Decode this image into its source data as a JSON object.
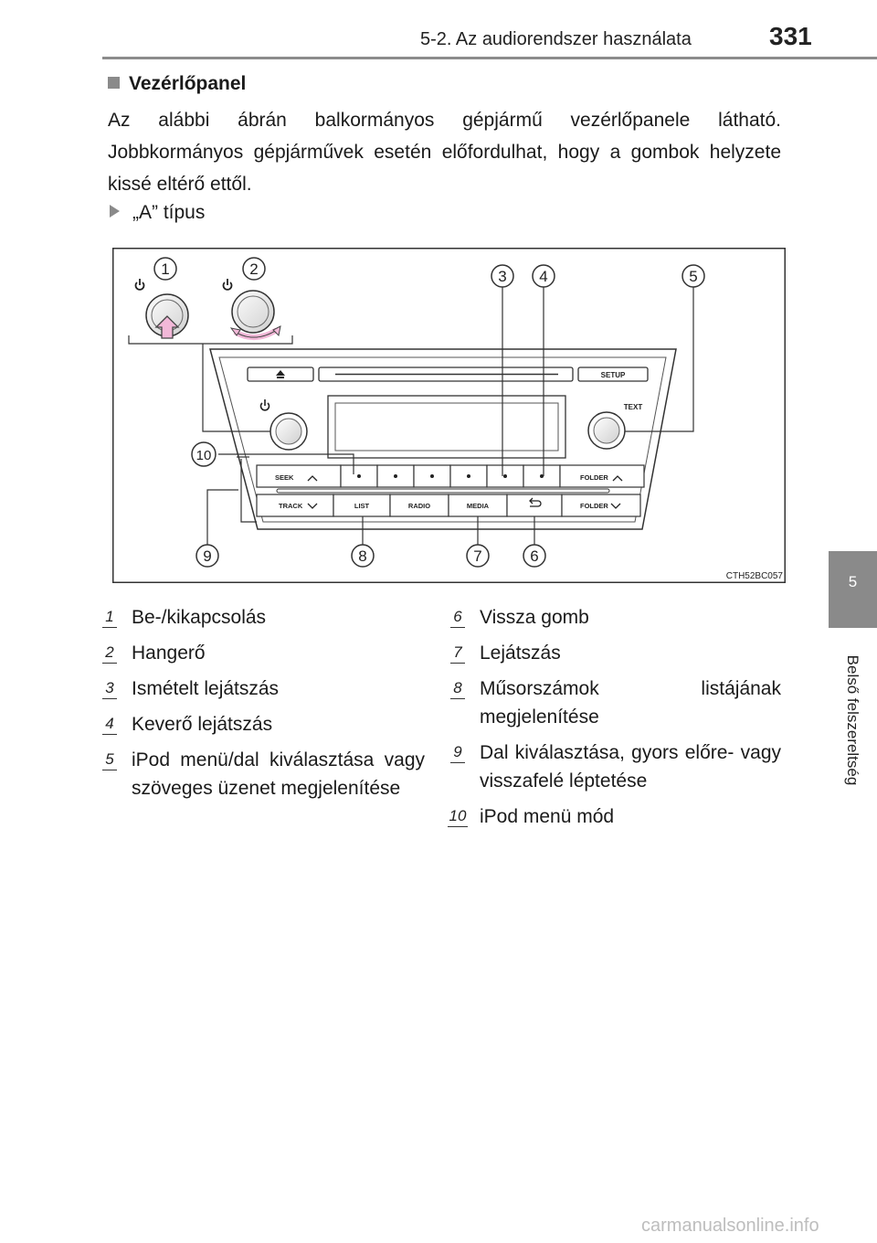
{
  "header": {
    "section": "5-2. Az audiorendszer használata",
    "page_number": "331"
  },
  "side_tab": {
    "chapter_number": "5",
    "chapter_title": "Belső felszereltség"
  },
  "heading": "Vezérlőpanel",
  "intro": "Az alábbi ábrán balkormányos gépjármű vezérlőpanele látható. Jobbkormányos gépjárművek esetén előfordulhat, hogy a gombok helyzete kissé eltérő ettől.",
  "type_label": "„A” típus",
  "figure": {
    "code": "CTH52BC057",
    "callouts": [
      "1",
      "2",
      "3",
      "4",
      "5",
      "6",
      "7",
      "8",
      "9",
      "10"
    ],
    "panel_labels": {
      "setup": "SETUP",
      "text": "TEXT",
      "seek": "SEEK",
      "track": "TRACK",
      "list": "LIST",
      "radio": "RADIO",
      "media": "MEDIA",
      "folder_up": "FOLDER",
      "folder_down": "FOLDER"
    }
  },
  "legend_left": [
    {
      "num": "1",
      "text": "Be-/kikapcsolás"
    },
    {
      "num": "2",
      "text": "Hangerő"
    },
    {
      "num": "3",
      "text": "Ismételt lejátszás"
    },
    {
      "num": "4",
      "text": "Keverő lejátszás"
    },
    {
      "num": "5",
      "text": "iPod menü/dal kiválasztása vagy szöveges üzenet megjelenítése"
    }
  ],
  "legend_right": [
    {
      "num": "6",
      "text": "Vissza gomb"
    },
    {
      "num": "7",
      "text": "Lejátszás"
    },
    {
      "num": "8",
      "text": "Műsorszámok listájának megjelenítése"
    },
    {
      "num": "9",
      "text": "Dal kiválasztása, gyors előre- vagy visszafelé léptetése"
    },
    {
      "num": "10",
      "text": "iPod menü mód"
    }
  ],
  "watermark": "carmanualsonline.info"
}
